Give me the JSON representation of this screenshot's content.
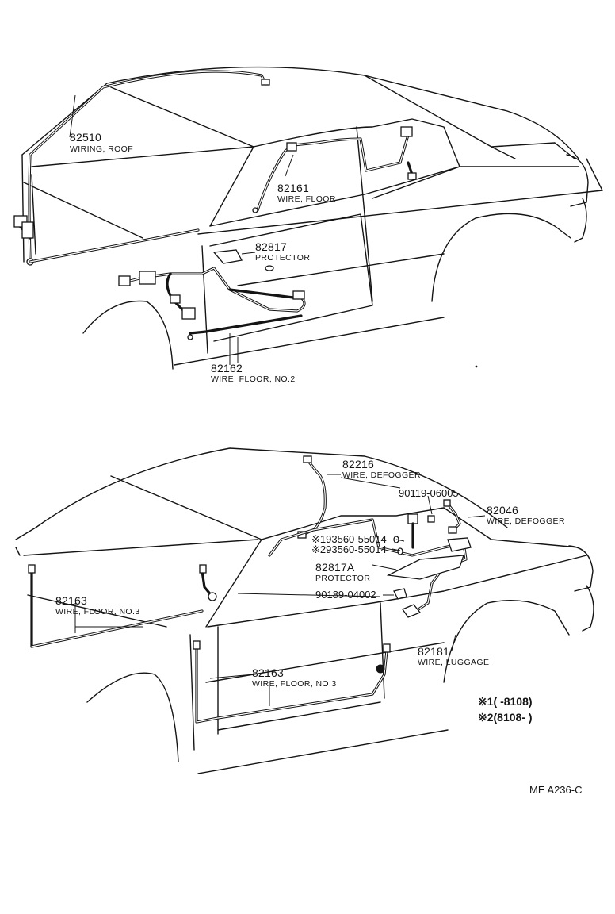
{
  "diagram_ref": "ME  A236-C",
  "callouts": {
    "c82510": {
      "number": "82510",
      "name": "WIRING, ROOF"
    },
    "c82161": {
      "number": "82161",
      "name": "WIRE, FLOOR"
    },
    "c82817": {
      "number": "82817",
      "name": "PROTECTOR"
    },
    "c82162": {
      "number": "82162",
      "name": "WIRE, FLOOR, NO.2"
    },
    "c82216": {
      "number": "82216",
      "name": "WIRE, DEFOGGER"
    },
    "c90119": {
      "number": "90119-06005"
    },
    "c82046": {
      "number": "82046",
      "name": "WIRE, DEFOGGER"
    },
    "c1": {
      "number": "※193560-55014"
    },
    "c2": {
      "number": "※293560-55014"
    },
    "c82817a": {
      "number": "82817A",
      "name": "PROTECTOR"
    },
    "c90189": {
      "number": "90189-04002"
    },
    "c82163a": {
      "number": "82163",
      "name": "WIRE, FLOOR, NO.3"
    },
    "c82163b": {
      "number": "82163",
      "name": "WIRE, FLOOR, NO.3"
    },
    "c82181": {
      "number": "82181",
      "name": "WIRE, LUGGAGE"
    }
  },
  "notes": {
    "n1": "※1(      -8108)",
    "n2": "※2(8108-       )"
  }
}
